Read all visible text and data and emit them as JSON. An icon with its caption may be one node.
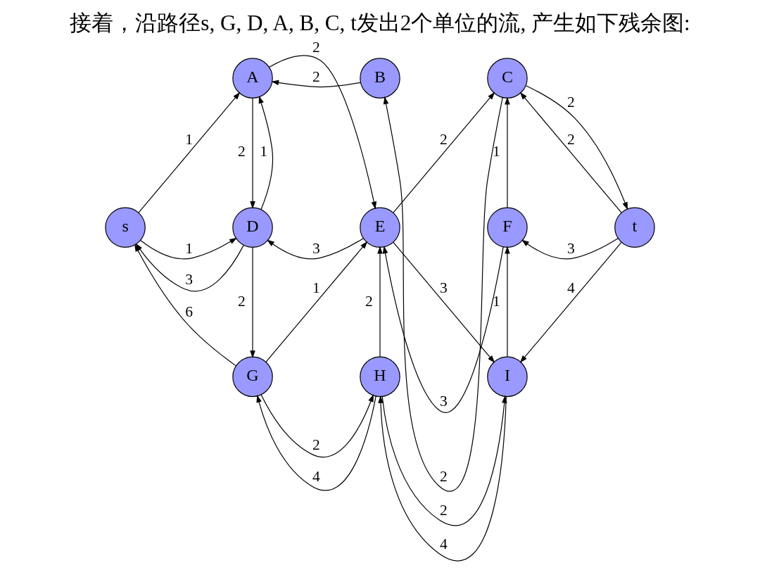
{
  "diagram": {
    "title": "接着，沿路径s, G, D, A, B, C, t发出2个单位的流, 产生如下残余图:",
    "nodes": [
      {
        "text": [
          "A"
        ]
      },
      {
        "text": [
          "B"
        ]
      },
      {
        "text": [
          "C"
        ]
      },
      {
        "text": [
          "s"
        ]
      },
      {
        "text": [
          "D"
        ]
      },
      {
        "text": [
          "E"
        ]
      },
      {
        "text": [
          "F"
        ]
      },
      {
        "text": [
          "t"
        ]
      },
      {
        "text": [
          "G"
        ]
      },
      {
        "text": [
          "H"
        ]
      },
      {
        "text": [
          "I"
        ]
      }
    ],
    "edges": [
      {
        "from": 1,
        "to": 0,
        "arrow": "to",
        "label": "2"
      },
      {
        "from": 2,
        "to": 1,
        "arrow": "to",
        "label": "2"
      },
      {
        "from": 3,
        "to": 0,
        "arrow": "to",
        "label": "1"
      },
      {
        "from": 0,
        "to": 4,
        "arrow": "to",
        "label": "2"
      },
      {
        "from": 4,
        "to": 0,
        "arrow": "to",
        "label": "1"
      },
      {
        "from": 0,
        "to": 5,
        "arrow": "to",
        "label": "2"
      },
      {
        "from": 5,
        "to": 2,
        "arrow": "to",
        "label": "2"
      },
      {
        "from": 6,
        "to": 2,
        "arrow": "to",
        "label": "1"
      },
      {
        "from": 7,
        "to": 2,
        "arrow": "to",
        "label": "2"
      },
      {
        "from": 2,
        "to": 7,
        "arrow": "to",
        "label": "2"
      },
      {
        "from": 3,
        "to": 4,
        "arrow": "to",
        "label": "1"
      },
      {
        "from": 4,
        "to": 3,
        "arrow": "to",
        "label": "3"
      },
      {
        "from": 5,
        "to": 4,
        "arrow": "to",
        "label": "3"
      },
      {
        "from": 6,
        "to": 5,
        "arrow": "to",
        "label": "3"
      },
      {
        "from": 7,
        "to": 6,
        "arrow": "to",
        "label": "3"
      },
      {
        "from": 4,
        "to": 8,
        "arrow": "to",
        "label": "2"
      },
      {
        "from": 8,
        "to": 3,
        "arrow": "to",
        "label": "6"
      },
      {
        "from": 8,
        "to": 5,
        "arrow": "to",
        "label": "1"
      },
      {
        "from": 9,
        "to": 5,
        "arrow": "to",
        "label": "2"
      },
      {
        "from": 5,
        "to": 10,
        "arrow": "to",
        "label": "3"
      },
      {
        "from": 10,
        "to": 6,
        "arrow": "to",
        "label": "1"
      },
      {
        "from": 7,
        "to": 10,
        "arrow": "to",
        "label": "4"
      },
      {
        "from": 8,
        "to": 9,
        "arrow": "to",
        "label": "2"
      },
      {
        "from": 9,
        "to": 8,
        "arrow": "to",
        "label": "4"
      },
      {
        "from": 9,
        "to": 10,
        "arrow": "to",
        "label": "2"
      },
      {
        "from": 10,
        "to": 9,
        "arrow": "to",
        "label": "4"
      }
    ]
  }
}
